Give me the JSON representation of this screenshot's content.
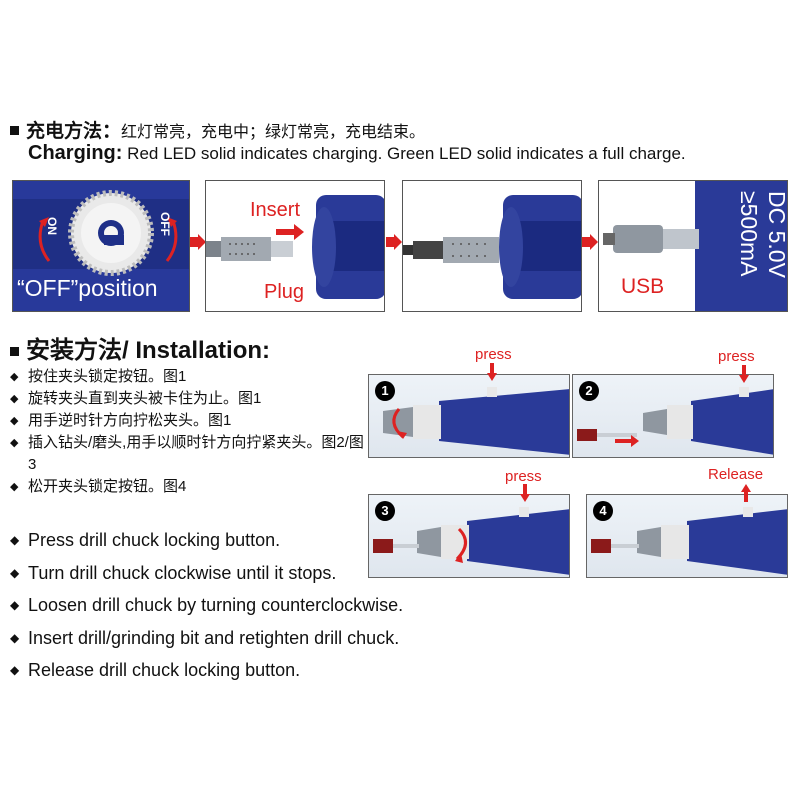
{
  "charging": {
    "title_cn": "充电方法：",
    "desc_cn": "红灯常亮，充电中；绿灯常亮，充电结束。",
    "title_en": "Charging:",
    "desc_en": "Red LED solid indicates charging. Green LED solid indicates a full charge.",
    "panels": {
      "switch": {
        "on": "ON",
        "off": "OFF",
        "caption": "“OFF”position"
      },
      "insert": {
        "insert": "Insert",
        "plug": "Plug"
      },
      "usb": {
        "usb": "USB",
        "spec_line1": "DC 5.0V",
        "spec_line2": "≥500mA"
      }
    }
  },
  "installation": {
    "title": "安装方法/ Installation:",
    "steps_cn": [
      "按住夹头锁定按钮。图1",
      "旋转夹头直到夹头被卡住为止。图1",
      "用手逆时针方向拧松夹头。图1",
      "插入钻头/磨头,用手以顺时针方向拧紧夹头。图2/图3",
      "松开夹头锁定按钮。图4"
    ],
    "steps_en": [
      "Press drill chuck locking button.",
      "Turn drill chuck clockwise until it stops.",
      "Loosen drill chuck by turning counterclockwise.",
      "Insert drill/grinding bit and retighten drill chuck.",
      "Release drill chuck locking button."
    ],
    "figures": [
      {
        "number": "1",
        "label": "press"
      },
      {
        "number": "2",
        "label": "press"
      },
      {
        "number": "3",
        "label": "press"
      },
      {
        "number": "4",
        "label": "Release"
      }
    ]
  },
  "colors": {
    "accent_red": "#dd2222",
    "tool_blue": "#23358f",
    "metal": "#9aa3ad"
  }
}
